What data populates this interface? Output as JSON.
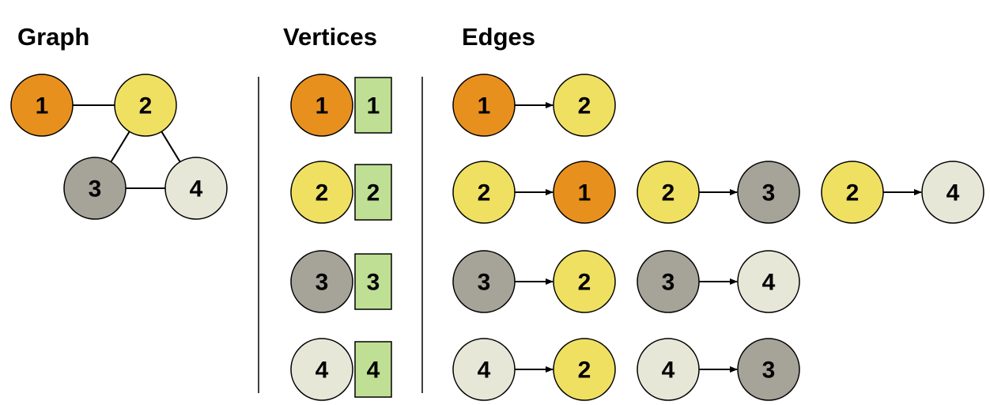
{
  "headings": {
    "graph": "Graph",
    "vertices": "Vertices",
    "edges": "Edges"
  },
  "colors": {
    "1": "#e8901e",
    "2": "#f0e062",
    "3": "#a6a398",
    "4": "#e7e7d8",
    "box": "#bfdf94",
    "stroke": "#000000"
  },
  "graph": {
    "nodes": [
      "1",
      "2",
      "3",
      "4"
    ],
    "edges": [
      [
        "1",
        "2"
      ],
      [
        "2",
        "3"
      ],
      [
        "2",
        "4"
      ],
      [
        "3",
        "4"
      ]
    ]
  },
  "vertices": [
    {
      "id": "1",
      "value": "1"
    },
    {
      "id": "2",
      "value": "2"
    },
    {
      "id": "3",
      "value": "3"
    },
    {
      "id": "4",
      "value": "4"
    }
  ],
  "edges_by_source": [
    [
      [
        "1",
        "2"
      ]
    ],
    [
      [
        "2",
        "1"
      ],
      [
        "2",
        "3"
      ],
      [
        "2",
        "4"
      ]
    ],
    [
      [
        "3",
        "2"
      ],
      [
        "3",
        "4"
      ]
    ],
    [
      [
        "4",
        "2"
      ],
      [
        "4",
        "3"
      ]
    ]
  ]
}
